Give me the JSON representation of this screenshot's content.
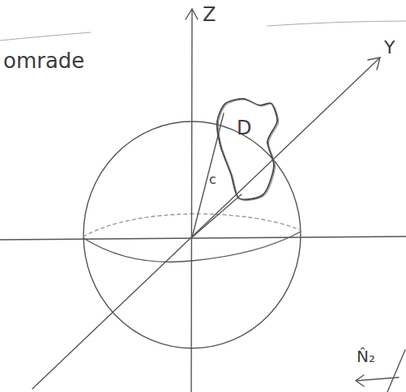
{
  "diagram": {
    "nodes": [
      {
        "text": [
          "D"
        ]
      }
    ],
    "labels": [
      "omrade",
      "Z",
      "Y",
      "c",
      "N̂₂"
    ]
  }
}
